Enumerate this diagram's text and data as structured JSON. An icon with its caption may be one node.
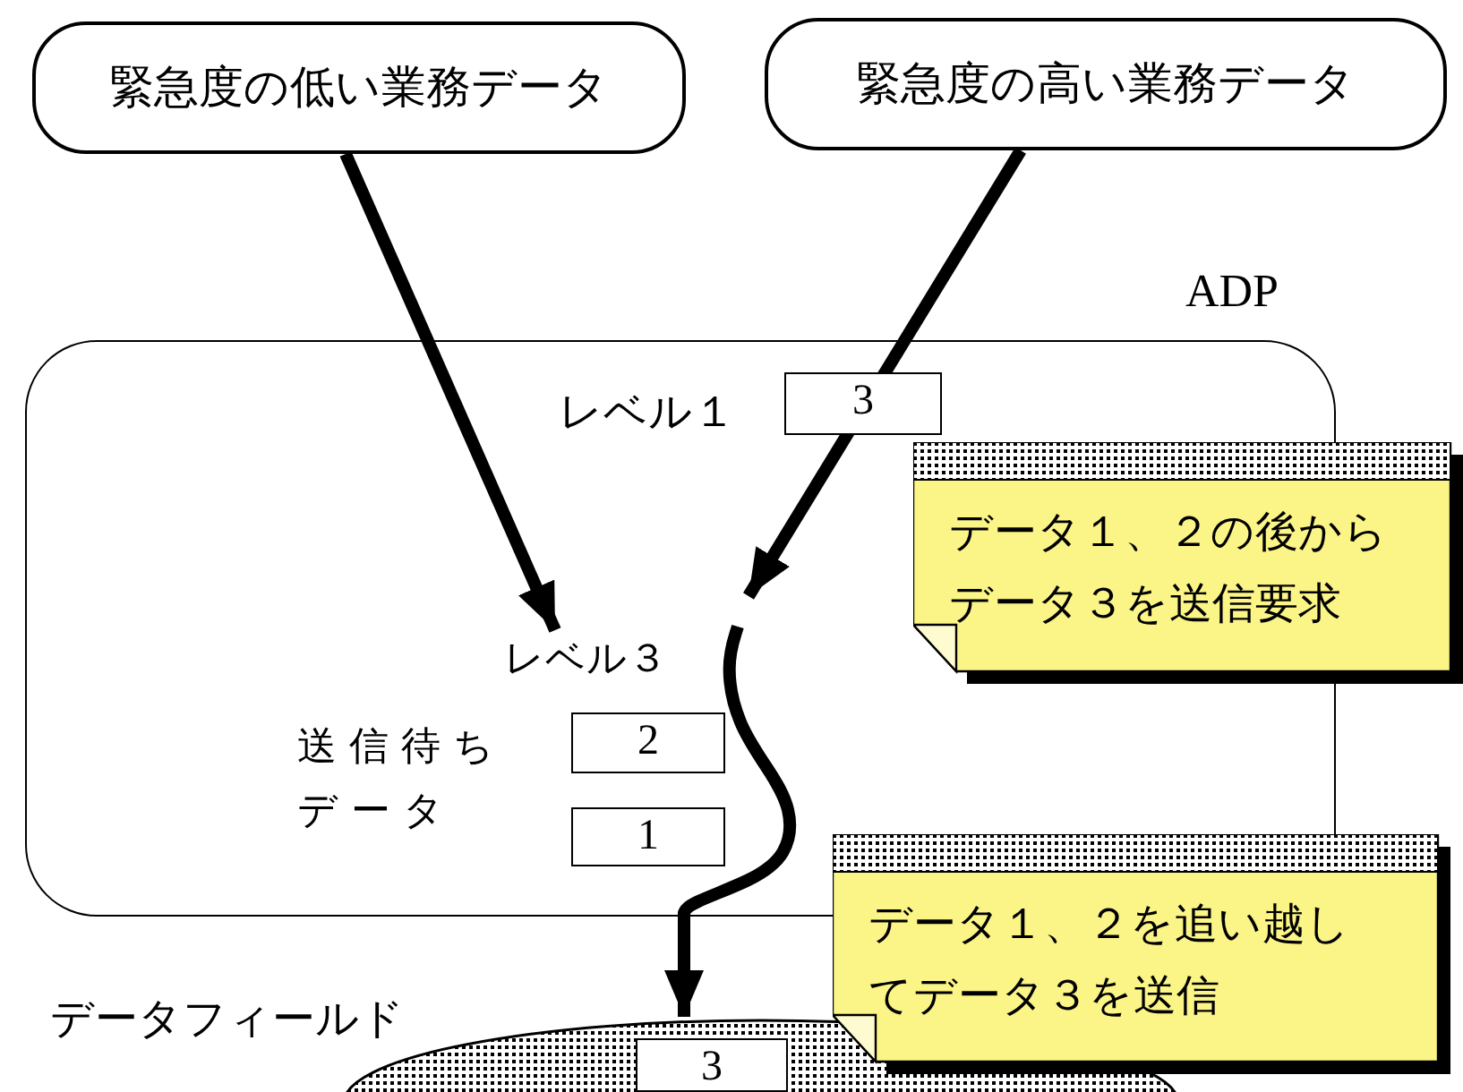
{
  "diagram": {
    "nodes": [
      {
        "text": [
          "緊急度の低い業務データ"
        ]
      },
      {
        "text": [
          "緊急度の高い業務データ"
        ]
      },
      {
        "text": [
          "ADP"
        ]
      },
      {
        "text": [
          "3"
        ],
        "in": 2,
        "beside": [
          "レベル１"
        ]
      },
      {
        "text": [
          "レベル３"
        ],
        "in": 2
      },
      {
        "text": [
          "2"
        ],
        "in": 2
      },
      {
        "text": [
          "1"
        ],
        "in": 2
      },
      {
        "text": [],
        "shape": "ellipse",
        "beside": [
          "データフィールド"
        ]
      },
      {
        "text": [
          "3"
        ],
        "in": 7
      },
      {
        "text": [
          "データ１、２の後からデータ３を送信要求"
        ]
      },
      {
        "text": [
          "データ１、２を追い越してデータ３を送信"
        ]
      }
    ],
    "edges": [
      {
        "from": 0,
        "to": 4,
        "arrow": "to"
      },
      {
        "from": 1,
        "to": null,
        "arrow": "to"
      },
      {
        "from": null,
        "to": 7,
        "arrow": "to"
      }
    ],
    "labels": [
      "送信待ちデータ"
    ]
  }
}
